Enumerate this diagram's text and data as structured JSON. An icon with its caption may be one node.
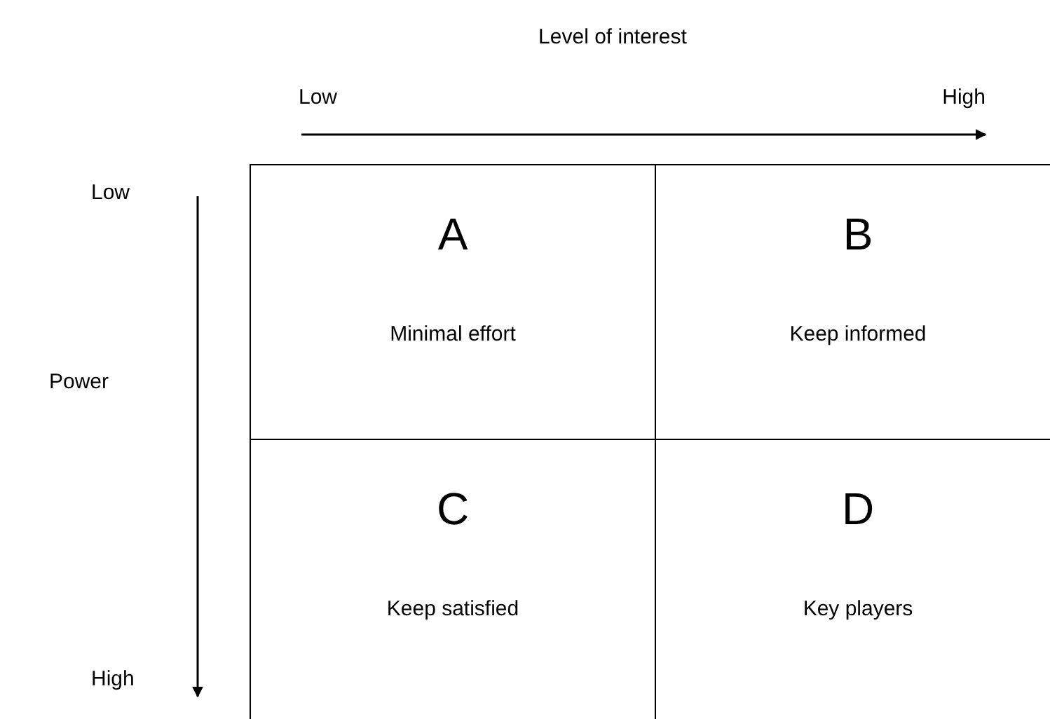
{
  "diagram": {
    "nodes": [
      {
        "text": [
          "A",
          "Minimal effort"
        ]
      },
      {
        "text": [
          "B",
          "Keep informed"
        ]
      },
      {
        "text": [
          "C",
          "Keep satisfied"
        ]
      },
      {
        "text": [
          "D",
          "Key players"
        ]
      }
    ],
    "labels": [
      "Level of interest",
      "Low",
      "High",
      "Low",
      "Power",
      "High"
    ]
  }
}
